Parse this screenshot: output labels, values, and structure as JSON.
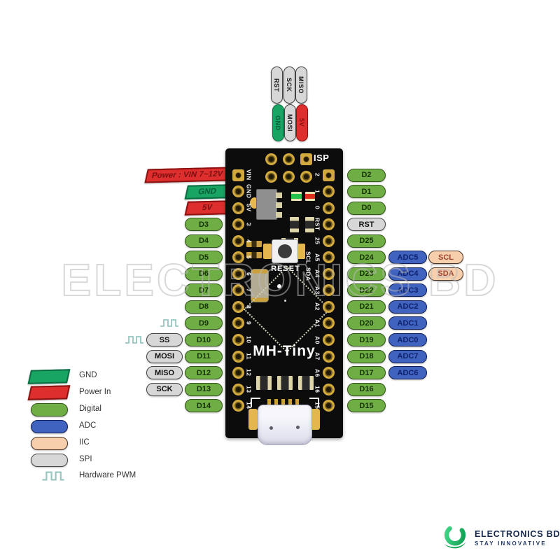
{
  "watermark": "ELECTRONICS BD",
  "colors": {
    "digital": "#6fae44",
    "digital_border": "#33541a",
    "digital_text": "#173207",
    "adc": "#3f63be",
    "adc_border": "#101f55",
    "adc_text": "#0f2270",
    "iic": "#f7cfad",
    "iic_border": "#4a3325",
    "iic_text": "#a04434",
    "spi": "#d7d7d7",
    "spi_border": "#454545",
    "spi_text": "#111111",
    "gnd": "#18a564",
    "gnd_border": "#0b6e43",
    "gnd_text": "#07603a",
    "power": "#df2e2e",
    "power_border": "#8c1212",
    "power_text": "#7c0f0f",
    "pwm": "#97c6c0",
    "board": "#0c0c0c",
    "pad_gold": "#cfa63d"
  },
  "isp_header": {
    "top_row": [
      {
        "label": "RST",
        "type": "spi"
      },
      {
        "label": "SCK",
        "type": "spi"
      },
      {
        "label": "MISO",
        "type": "spi"
      }
    ],
    "bottom_row": [
      {
        "label": "GND",
        "type": "gnd"
      },
      {
        "label": "MOSI",
        "type": "spi"
      },
      {
        "label": "5V",
        "type": "power"
      }
    ]
  },
  "board": {
    "isp_label": "ISP",
    "reset_label": "RESET",
    "chip_label": "MH-Tiny",
    "left_pins": [
      "VIN",
      "GND",
      "5V",
      "3",
      "4",
      "5",
      "6",
      "7",
      "8",
      "9",
      "10",
      "11",
      "12",
      "13",
      "14"
    ],
    "right_pins": [
      "2",
      "1",
      "0",
      "RST",
      "25",
      "A5",
      "A4",
      "A3",
      "A2",
      "A1",
      "A0",
      "A7",
      "A6",
      "16",
      "15"
    ],
    "i2c_silk": [
      {
        "label": "SCL",
        "row": 5
      },
      {
        "label": "SDA",
        "row": 6
      }
    ]
  },
  "left_rows": [
    {
      "type": "power",
      "label": "Power : VIN 7~12V",
      "wide": true
    },
    {
      "type": "gnd",
      "label": "GND"
    },
    {
      "type": "power",
      "label": "5V"
    },
    {
      "type": "digital",
      "label": "D3"
    },
    {
      "type": "digital",
      "label": "D4"
    },
    {
      "type": "digital",
      "label": "D5"
    },
    {
      "type": "digital",
      "label": "D6"
    },
    {
      "type": "digital",
      "label": "D7"
    },
    {
      "type": "digital",
      "label": "D8"
    },
    {
      "type": "digital",
      "label": "D9",
      "pwm": true
    },
    {
      "type": "digital",
      "label": "D10",
      "spi": "SS",
      "pwm": true
    },
    {
      "type": "digital",
      "label": "D11",
      "spi": "MOSI"
    },
    {
      "type": "digital",
      "label": "D12",
      "spi": "MISO"
    },
    {
      "type": "digital",
      "label": "D13",
      "spi": "SCK"
    },
    {
      "type": "digital",
      "label": "D14"
    }
  ],
  "right_rows": [
    {
      "type": "digital",
      "label": "D2"
    },
    {
      "type": "digital",
      "label": "D1"
    },
    {
      "type": "digital",
      "label": "D0"
    },
    {
      "type": "spi",
      "label": "RST"
    },
    {
      "type": "digital",
      "label": "D25"
    },
    {
      "type": "digital",
      "label": "D24",
      "adc": "ADC5",
      "iic": "SCL"
    },
    {
      "type": "digital",
      "label": "D23",
      "adc": "ADC4",
      "iic": "SDA"
    },
    {
      "type": "digital",
      "label": "D22",
      "adc": "ADC3"
    },
    {
      "type": "digital",
      "label": "D21",
      "adc": "ADC2"
    },
    {
      "type": "digital",
      "label": "D20",
      "adc": "ADC1"
    },
    {
      "type": "digital",
      "label": "D19",
      "adc": "ADC0"
    },
    {
      "type": "digital",
      "label": "D18",
      "adc": "ADC7"
    },
    {
      "type": "digital",
      "label": "D17",
      "adc": "ADC6"
    },
    {
      "type": "digital",
      "label": "D16"
    },
    {
      "type": "digital",
      "label": "D15"
    }
  ],
  "legend": [
    {
      "label": "GND",
      "swatch": "gnd-skew"
    },
    {
      "label": "Power In",
      "swatch": "power-skew"
    },
    {
      "label": "Digital",
      "swatch": "digital"
    },
    {
      "label": "ADC",
      "swatch": "adc"
    },
    {
      "label": "IIC",
      "swatch": "iic"
    },
    {
      "label": "SPI",
      "swatch": "spi"
    },
    {
      "label": "Hardware PWM",
      "swatch": "pwm"
    }
  ],
  "logo": {
    "name": "ELECTRONICS BD",
    "tagline": "Stay Innovative"
  }
}
